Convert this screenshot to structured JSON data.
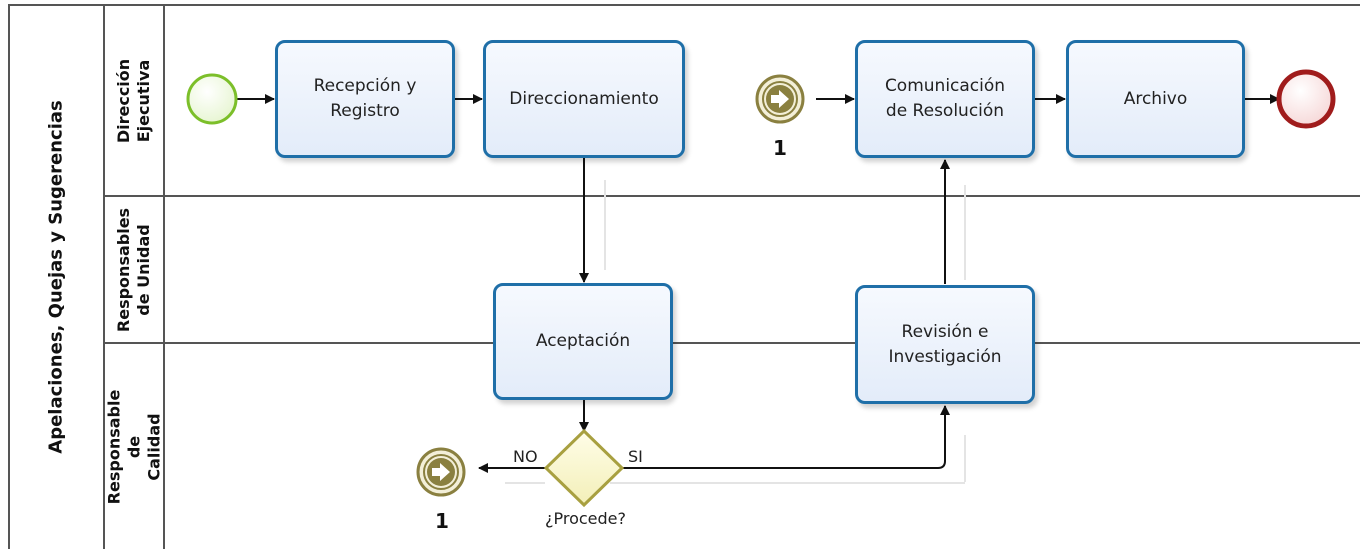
{
  "pool": {
    "label": "Apelaciones, Quejas y Sugerencias"
  },
  "lanes": [
    {
      "label": "Dirección\nEjecutiva"
    },
    {
      "label": "Responsables\nde Unidad"
    },
    {
      "label": "Responsable de\nCalidad"
    }
  ],
  "tasks": {
    "recepcion": "Recepción y\nRegistro",
    "direccionamiento": "Direccionamiento",
    "comunicacion": "Comunicación\nde Resolución",
    "archivo": "Archivo",
    "aceptacion": "Aceptación",
    "revision": "Revisión e\nInvestigación"
  },
  "gateway": {
    "label": "¿Procede?",
    "no_label": "NO",
    "yes_label": "SI"
  },
  "links": {
    "catch_label": "1",
    "throw_label": "1"
  },
  "colors": {
    "task_border": "#1f6fa8",
    "start_event": "#7cbf2a",
    "end_event": "#a01c1c",
    "link_event": "#8a8040",
    "gateway": "#a8a040"
  }
}
